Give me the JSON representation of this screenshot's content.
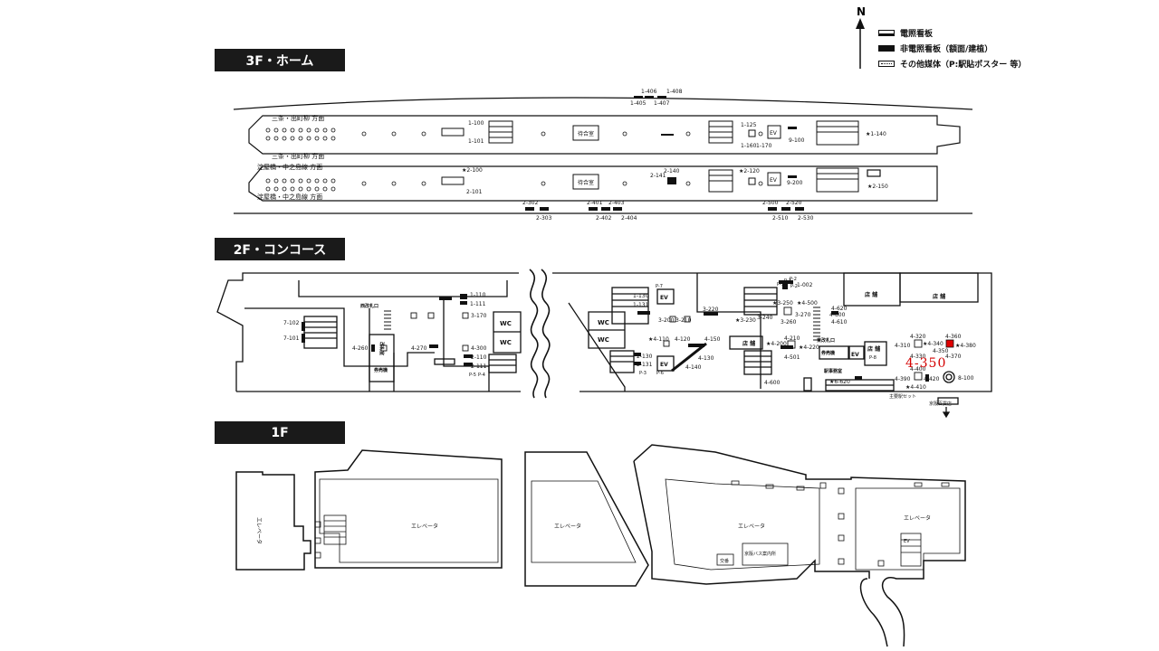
{
  "legend": {
    "north_label": "N",
    "items": [
      {
        "label": "電照看板",
        "swatch": "lit"
      },
      {
        "label": "非電照看板（額面/建植）",
        "swatch": "non"
      },
      {
        "label": "その他媒体（P:駅貼ポスター 等）",
        "swatch": "oth"
      }
    ]
  },
  "floors": {
    "f3": {
      "title": "3F・ホーム",
      "directions": [
        "三条・出町柳 方面",
        "三条・出町柳 方面",
        "淀屋橋・中之島線 方面",
        "淀屋橋・中之島線 方面"
      ],
      "rooms": [
        "待合室",
        "待合室",
        "EV",
        "EV"
      ],
      "ad_labels": [
        "1-406",
        "1-408",
        "1-405",
        "1-407",
        "1-100",
        "1-101",
        "1-125",
        "1-160",
        "1-170",
        "9-100",
        "★1-140",
        "★2-100",
        "2-101",
        "2-141",
        "2-140",
        "★2-120",
        "9-200",
        "★2-150",
        "2-302",
        "2-303",
        "2-401",
        "2-402",
        "2-403",
        "2-404",
        "2-500",
        "2-510",
        "2-520",
        "2-530"
      ]
    },
    "f2": {
      "title": "2F・コンコース",
      "rooms": [
        "WC",
        "WC",
        "WC",
        "WC",
        "EV",
        "EV",
        "EV",
        "店 舗",
        "店 舗",
        "店 舗",
        "店 舗",
        "改札室",
        "券売機",
        "券売機",
        "西改札口",
        "東改札口",
        "駅事務室"
      ],
      "ad_labels": [
        "1-110",
        "1-111",
        "3-170",
        "7-102",
        "7-101",
        "4-260",
        "4-270",
        "4-300",
        "2-110",
        "2-111",
        "P-5",
        "P-4",
        "1-130",
        "1-131",
        "P-7",
        "3-200",
        "3-210",
        "3-220",
        "★3-230",
        "★3-250",
        "3-240",
        "3-260",
        "★4-500",
        "4-800",
        "3-270",
        "P-1",
        "P-1",
        "P-2",
        "P-2",
        "1-002",
        "4-610",
        "4-620",
        "★4-110",
        "4-120",
        "4-150",
        "2-130",
        "2-131",
        "P-3",
        "P-6",
        "4-130",
        "4-140",
        "★4-200",
        "4-210",
        "4-501",
        "★4-220",
        "4-600",
        "★6-620",
        "P-8",
        "4-320",
        "4-310",
        "★4-340",
        "4-330",
        "4-360",
        "★4-380",
        "4-350",
        "4-370",
        "4-400",
        "4-390",
        "4-420",
        "★4-410",
        "8-100",
        "主要駅セット",
        "京阪百貨店"
      ],
      "callout": "4-350"
    },
    "f1": {
      "title": "1F",
      "rooms": [
        "エレベータ",
        "エレベータ",
        "エレベータ",
        "エレベータ",
        "エレベータ",
        "交番",
        "京阪バス案内所",
        "EV"
      ]
    }
  }
}
